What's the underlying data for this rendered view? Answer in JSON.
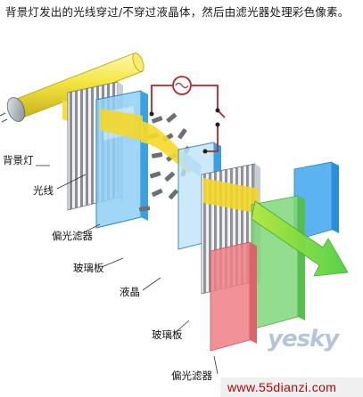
{
  "caption": "背景灯发出的光线穿过/不穿过液晶体，然后由滤光器处理彩色像素。",
  "labels": {
    "backlight": "背景灯",
    "light": "光线",
    "polarizer_front": "偏光滤器",
    "glass_front": "玻璃板",
    "liquid_crystal": "液晶",
    "glass_back": "玻璃板",
    "polarizer_back": "偏光滤器"
  },
  "watermarks": {
    "brand": "yesky",
    "site": "www.55dianzi.com"
  },
  "colors": {
    "lamp": "#f4e640",
    "beam": "#f2d628",
    "beam_exit": "#7fdc2a",
    "panel_blue": "#3aa0e6",
    "filter_red": "#f07f86",
    "filter_green": "#7fd77a",
    "filter_blue": "#3fa6f0",
    "circuit": "#b3262b"
  }
}
